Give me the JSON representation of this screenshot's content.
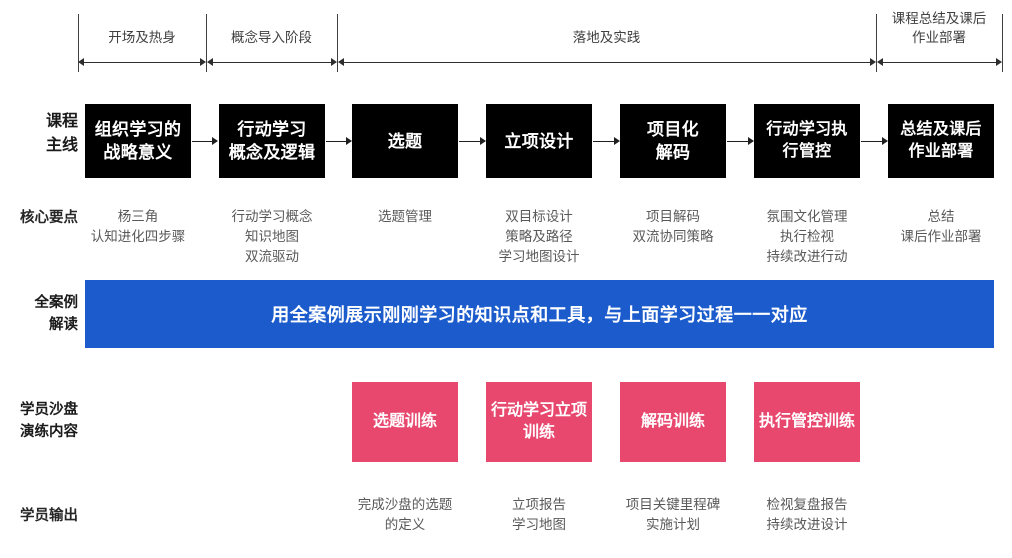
{
  "colors": {
    "box_black": "#000000",
    "banner_blue": "#1B5BCC",
    "pink": "#E8476E",
    "text_gray": "#595959",
    "rule_gray": "#3f3f3f"
  },
  "phases": [
    {
      "label": "开场及热身"
    },
    {
      "label": "概念导入阶段"
    },
    {
      "label": "落地及实践"
    },
    {
      "label": "课程总结及课后\n作业部署"
    }
  ],
  "rows": {
    "mainline": {
      "label": "课程\n主线",
      "boxes": [
        {
          "text": "组织学习的\n战略意义"
        },
        {
          "text": "行动学习\n概念及逻辑"
        },
        {
          "text": "选题"
        },
        {
          "text": "立项设计"
        },
        {
          "text": "项目化\n解码"
        },
        {
          "text": "行动学习执\n行管控"
        },
        {
          "text": "总结及课后\n作业部署"
        }
      ]
    },
    "core_points": {
      "label": "核心要点",
      "cells": [
        {
          "text": "杨三角\n认知进化四步骤"
        },
        {
          "text": "行动学习概念\n知识地图\n双流驱动"
        },
        {
          "text": "选题管理"
        },
        {
          "text": "双目标设计\n策略及路径\n学习地图设计"
        },
        {
          "text": "项目解码\n双流协同策略"
        },
        {
          "text": "氛围文化管理\n执行检视\n持续改进行动"
        },
        {
          "text": "总结\n课后作业部署"
        }
      ]
    },
    "case_study": {
      "label": "全案例\n解读",
      "banner_text": "用全案例展示刚刚学习的知识点和工具，与上面学习过程一一对应"
    },
    "sandbox": {
      "label": "学员沙盘\n演练内容",
      "boxes": [
        {
          "text": "选题训练"
        },
        {
          "text": "行动学习立项\n训练"
        },
        {
          "text": "解码训练"
        },
        {
          "text": "执行管控训练"
        }
      ]
    },
    "output": {
      "label": "学员输出",
      "cells": [
        {
          "text": "完成沙盘的选题\n的定义"
        },
        {
          "text": "立项报告\n学习地图"
        },
        {
          "text": "项目关键里程碑\n实施计划"
        },
        {
          "text": "检视复盘报告\n持续改进设计"
        }
      ]
    }
  }
}
